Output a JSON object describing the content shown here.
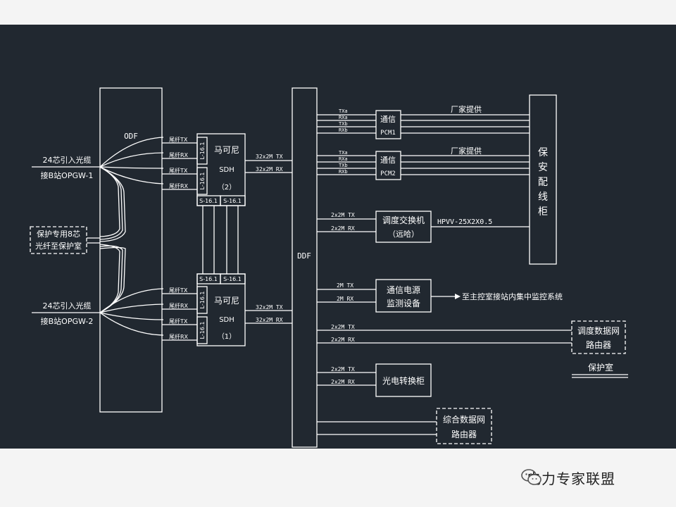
{
  "odf": {
    "label": "ODF"
  },
  "ddf": {
    "label": "DDF"
  },
  "left_inputs": {
    "cable1_line1": "24芯引入光缆",
    "cable1_line2": "接B站OPGW-1",
    "cable2_line1": "24芯引入光缆",
    "cable2_line2": "接B站OPGW-2",
    "protect_line1": "保护专用8芯",
    "protect_line2": "光纤至保护室"
  },
  "pigtails": {
    "tx": "尾纤TX",
    "rx": "尾纤RX"
  },
  "sdh2": {
    "name": "马可尼",
    "type": "SDH",
    "index": "（2）",
    "port_l": "L-16.1",
    "port_s1": "S-16.1",
    "port_s2": "S-16.1"
  },
  "sdh1": {
    "name": "马可尼",
    "type": "SDH",
    "index": "（1）",
    "port_l": "L-16.1",
    "port_s1": "S-16.1",
    "port_s2": "S-16.1"
  },
  "sdh_links": {
    "tx": "32x2M TX",
    "rx": "32x2M RX"
  },
  "pcm1": {
    "line1": "通信",
    "line2": "PCM1",
    "signals": [
      "TXa",
      "RXa",
      "TXb",
      "RXb"
    ],
    "vendor": "厂家提供"
  },
  "pcm2": {
    "line1": "通信",
    "line2": "PCM2",
    "signals": [
      "TXa",
      "RXa",
      "TXb",
      "RXb"
    ],
    "vendor": "厂家提供"
  },
  "cabinet": {
    "chars": [
      "保",
      "安",
      "配",
      "线",
      "柜"
    ]
  },
  "dispatch_switch": {
    "line1": "调度交换机",
    "line2": "（远哈）",
    "tx": "2x2M TX",
    "rx": "2x2M RX",
    "cable": "HPVV-25X2X0.5"
  },
  "power_monitor": {
    "line1": "通信电源",
    "line2": "监测设备",
    "tx": "2M TX",
    "rx": "2M RX",
    "dest": "至主控室接站内集中监控系统"
  },
  "dispatch_router": {
    "line1": "调度数据网",
    "line2": "路由器",
    "tx": "2x2M TX",
    "rx": "2x2M RX"
  },
  "protect_room": {
    "label": "保护室"
  },
  "optical_cabinet": {
    "label": "光电转换柜",
    "tx": "2x2M TX",
    "rx": "2x2M RX"
  },
  "integrated_router": {
    "line1": "综合数据网",
    "line2": "路由器"
  },
  "watermark": {
    "text": "电力专家联盟"
  },
  "colors": {
    "background": "#212830",
    "lines": "#ffffff",
    "page": "#f4f4f4"
  }
}
